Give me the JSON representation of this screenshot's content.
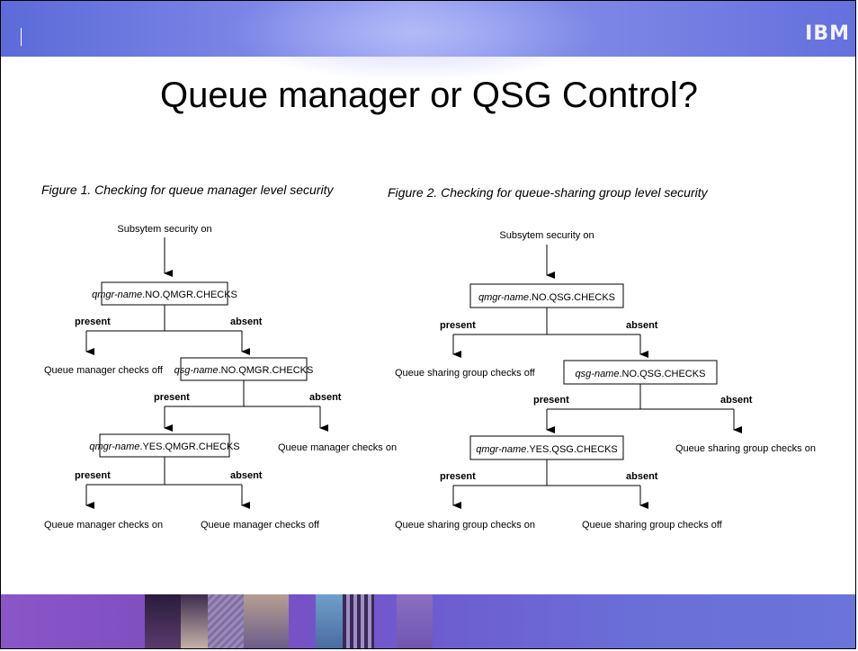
{
  "slide": {
    "title": "Queue manager or QSG Control?",
    "logo": "IBM"
  },
  "figure1": {
    "caption": "Figure 1. Checking for queue manager level security",
    "start": "Subsytem security on",
    "box1_italic": "qmgr-name",
    "box1_rest": ".NO.QMGR.CHECKS",
    "box2_italic": "qsg-name",
    "box2_rest": ".NO.QMGR.CHECKS",
    "box3_italic": "qmgr-name",
    "box3_rest": ".YES.QMGR.CHECKS",
    "present": "present",
    "absent": "absent",
    "out1": "Queue manager checks off",
    "out2": "Queue manager checks on",
    "out3": "Queue manager checks on",
    "out4": "Queue manager checks off"
  },
  "figure2": {
    "caption": "Figure 2. Checking for queue-sharing group level security",
    "start": "Subsytem security on",
    "box1_italic": "qmgr-name",
    "box1_rest": ".NO.QSG.CHECKS",
    "box2_italic": "qsg-name",
    "box2_rest": ".NO.QSG.CHECKS",
    "box3_italic": "qmgr-name",
    "box3_rest": ".YES.QSG.CHECKS",
    "present": "present",
    "absent": "absent",
    "out1": "Queue sharing group checks off",
    "out2": "Queue sharing group checks on",
    "out3": "Queue sharing group checks on",
    "out4": "Queue sharing group checks off"
  },
  "colors": {
    "header": "#6f7be0",
    "footer": "#7a4cc0"
  }
}
